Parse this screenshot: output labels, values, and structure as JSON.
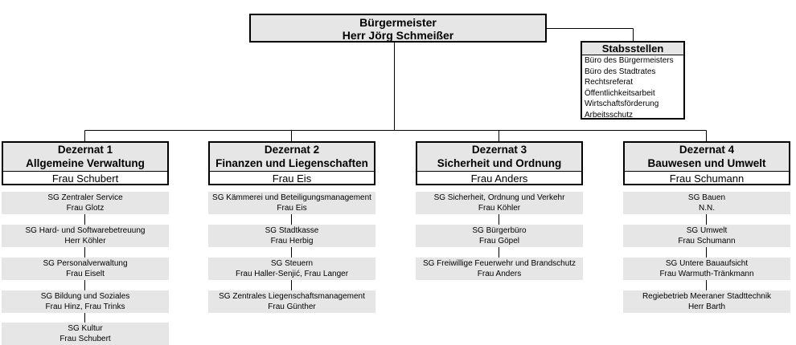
{
  "mayor": {
    "title": "Bürgermeister",
    "name": "Herr Jörg Schmeißer"
  },
  "staff": {
    "title": "Stabsstellen",
    "items": [
      "Büro des Bürgermeisters",
      "Büro des Stadtrates",
      "Rechtsreferat",
      "Öffentlichkeitsarbeit",
      "Wirtschaftsförderung",
      "Arbeitsschutz"
    ]
  },
  "departments": [
    {
      "title": "Dezernat 1",
      "subtitle": "Allgemeine Verwaltung",
      "head": "Frau Schubert",
      "units": [
        {
          "name": "SG Zentraler Service",
          "person": "Frau Glotz"
        },
        {
          "name": "SG Hard- und Softwarebetreuung",
          "person": "Herr Köhler"
        },
        {
          "name": "SG Personalverwaltung",
          "person": "Frau Eiselt"
        },
        {
          "name": "SG Bildung und Soziales",
          "person": "Frau Hinz, Frau Trinks"
        },
        {
          "name": "SG Kultur",
          "person": "Frau Schubert"
        }
      ]
    },
    {
      "title": "Dezernat 2",
      "subtitle": "Finanzen und Liegenschaften",
      "head": "Frau Eis",
      "units": [
        {
          "name": "SG Kämmerei und Beteiligungsmanagement",
          "person": "Frau Eis"
        },
        {
          "name": "SG Stadtkasse",
          "person": "Frau Herbig"
        },
        {
          "name": "SG Steuern",
          "person": "Frau Haller-Senjić, Frau Langer"
        },
        {
          "name": "SG Zentrales Liegenschaftsmanagement",
          "person": "Frau Günther"
        }
      ]
    },
    {
      "title": "Dezernat 3",
      "subtitle": "Sicherheit und Ordnung",
      "head": "Frau Anders",
      "units": [
        {
          "name": "SG Sicherheit, Ordnung und Verkehr",
          "person": "Frau Köhler"
        },
        {
          "name": "SG Bürgerbüro",
          "person": "Frau Göpel"
        },
        {
          "name": "SG Freiwillige Feuerwehr und Brandschutz",
          "person": "Frau Anders"
        }
      ]
    },
    {
      "title": "Dezernat 4",
      "subtitle": "Bauwesen und Umwelt",
      "head": "Frau Schumann",
      "units": [
        {
          "name": "SG Bauen",
          "person": "N.N."
        },
        {
          "name": "SG Umwelt",
          "person": "Frau Schumann"
        },
        {
          "name": "SG Untere Bauaufsicht",
          "person": "Frau Warmuth-Tränkmann"
        },
        {
          "name": "Regiebetrieb Meeraner Stadttechnik",
          "person": "Herr Barth"
        }
      ]
    }
  ]
}
